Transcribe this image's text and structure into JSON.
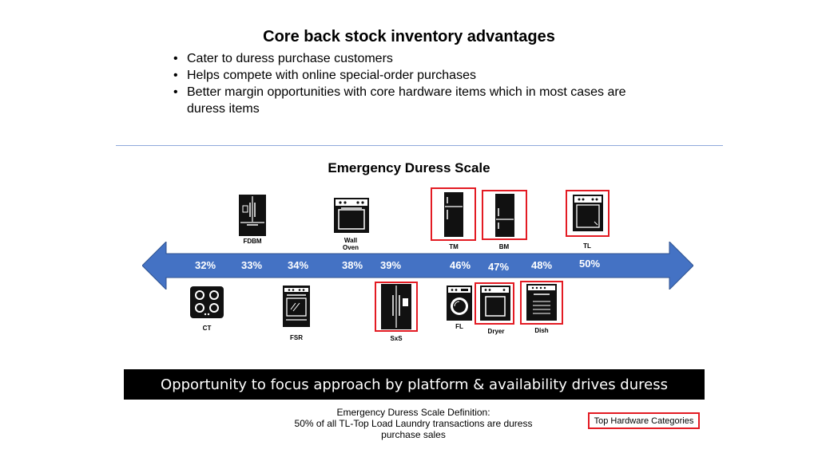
{
  "title": "Core back stock inventory advantages",
  "bullets": [
    "Cater to duress purchase customers",
    "Helps compete with online special-order purchases",
    "Better margin opportunities with core hardware items which in most cases are duress items"
  ],
  "scale": {
    "title": "Emergency Duress Scale",
    "percentages": [
      "32%",
      "33%",
      "34%",
      "38%",
      "39%",
      "46%",
      "47%",
      "48%",
      "50%"
    ],
    "top_items": [
      {
        "label": "FDBM",
        "icon": "french-door-fridge-icon",
        "highlighted": false
      },
      {
        "label": "Wall Oven",
        "icon": "wall-oven-icon",
        "highlighted": false
      },
      {
        "label": "TM",
        "icon": "top-freezer-fridge-icon",
        "highlighted": true
      },
      {
        "label": "BM",
        "icon": "bottom-freezer-fridge-icon",
        "highlighted": true
      },
      {
        "label": "TL",
        "icon": "top-load-washer-icon",
        "highlighted": true
      }
    ],
    "bottom_items": [
      {
        "label": "CT",
        "icon": "cooktop-icon",
        "highlighted": false
      },
      {
        "label": "FSR",
        "icon": "range-icon",
        "highlighted": false
      },
      {
        "label": "SxS",
        "icon": "side-by-side-fridge-icon",
        "highlighted": true
      },
      {
        "label": "FL",
        "icon": "front-load-washer-icon",
        "highlighted": false
      },
      {
        "label": "Dryer",
        "icon": "dryer-icon",
        "highlighted": true
      },
      {
        "label": "Dish",
        "icon": "dishwasher-icon",
        "highlighted": true
      }
    ],
    "arrow_color": "#4472c4",
    "highlight_color": "#e31b23"
  },
  "banner": "Opportunity to focus approach by platform & availability drives duress",
  "definition": {
    "line1": "Emergency Duress Scale Definition:",
    "line2": "50% of all TL-Top Load Laundry transactions are duress purchase sales"
  },
  "legend": "Top Hardware Categories"
}
